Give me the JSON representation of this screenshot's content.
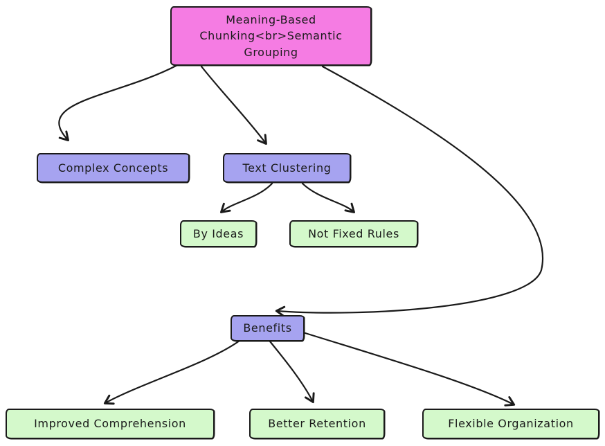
{
  "diagram": {
    "nodes": {
      "root": {
        "label": "Meaning-Based Chunking<br>Semantic Grouping",
        "fill": "#f57ce3"
      },
      "complex_concepts": {
        "label": "Complex Concepts",
        "fill": "#a6a3f0"
      },
      "text_clustering": {
        "label": "Text Clustering",
        "fill": "#a6a3f0"
      },
      "by_ideas": {
        "label": "By Ideas",
        "fill": "#d4f9cb"
      },
      "not_fixed_rules": {
        "label": "Not Fixed Rules",
        "fill": "#d4f9cb"
      },
      "benefits": {
        "label": "Benefits",
        "fill": "#a6a3f0"
      },
      "improved_comprehension": {
        "label": "Improved Comprehension",
        "fill": "#d4f9cb"
      },
      "better_retention": {
        "label": "Better Retention",
        "fill": "#d4f9cb"
      },
      "flexible_organization": {
        "label": "Flexible Organization",
        "fill": "#d4f9cb"
      }
    },
    "edges": [
      {
        "from": "root",
        "to": "complex_concepts"
      },
      {
        "from": "root",
        "to": "text_clustering"
      },
      {
        "from": "root",
        "to": "benefits"
      },
      {
        "from": "text_clustering",
        "to": "by_ideas"
      },
      {
        "from": "text_clustering",
        "to": "not_fixed_rules"
      },
      {
        "from": "benefits",
        "to": "improved_comprehension"
      },
      {
        "from": "benefits",
        "to": "better_retention"
      },
      {
        "from": "benefits",
        "to": "flexible_organization"
      }
    ],
    "colors": {
      "stroke": "#1a1a1a",
      "background": "#ffffff"
    }
  }
}
